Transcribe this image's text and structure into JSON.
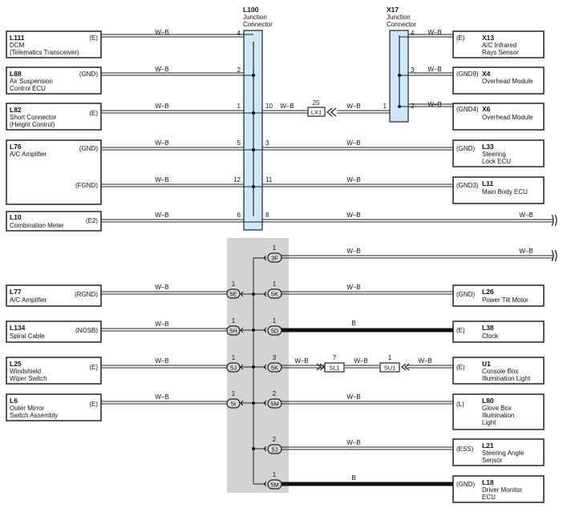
{
  "connectors": {
    "l100": {
      "code": "L100",
      "line1": "Junction",
      "line2": "Connector",
      "color": "#cde8f7"
    },
    "x17": {
      "code": "X17",
      "line1": "Junction",
      "line2": "Connector",
      "color": "#cde8f7"
    }
  },
  "colors": {
    "wire": "#222222",
    "thick_wire": "#111111",
    "gray_block": "#d3d3d3",
    "oval_fill": "#d8d8d8"
  },
  "left_components": [
    {
      "code": "L111",
      "lines": [
        "DCM",
        "(Telematics Transceiver)"
      ],
      "term": "(E)",
      "wire": "W–B",
      "pin": "4"
    },
    {
      "code": "L88",
      "lines": [
        "Air Suspension",
        "Control ECU"
      ],
      "term": "(GND)",
      "wire": "W–B",
      "pin": "2"
    },
    {
      "code": "L82",
      "lines": [
        "Short Connector",
        "(Height Control)"
      ],
      "term": "(E)",
      "wire": "W–B",
      "pin": "1"
    },
    {
      "code": "L76",
      "lines": [
        "A/C Amplifier"
      ],
      "term": "(GND)",
      "wire": "W–B",
      "pin": "5"
    },
    {
      "code": "",
      "lines": [],
      "term": "(FGND)",
      "wire": "W–B",
      "pin": "12"
    },
    {
      "code": "L10",
      "lines": [
        "Combination Meter"
      ],
      "term": "(E2)",
      "wire": "W–B",
      "pin": "6"
    },
    {
      "code": "L77",
      "lines": [
        "A/C Amplifier"
      ],
      "term": "(RGND)",
      "wire": "W–B",
      "pin": "1",
      "oval": "5E"
    },
    {
      "code": "L134",
      "lines": [
        "Spiral Cable"
      ],
      "term": "(NOSB)",
      "wire": "W–B",
      "pin": "1",
      "oval": "5H"
    },
    {
      "code": "L25",
      "lines": [
        "Windshield",
        "Wiper Switch"
      ],
      "term": "(E)",
      "wire": "W–B",
      "pin": "1",
      "oval": "5J"
    },
    {
      "code": "L6",
      "lines": [
        "Outer Mirror",
        "Switch Assembly"
      ],
      "term": "(E)",
      "wire": "W–B",
      "pin": "1",
      "oval": "5I"
    }
  ],
  "right_components": [
    {
      "code": "X13",
      "lines": [
        "A/C Infrared",
        "Rays Sensor"
      ],
      "term": "(E)",
      "wire": "W–B",
      "pin": "4"
    },
    {
      "code": "X4",
      "lines": [
        "Overhead Module"
      ],
      "term": "(GND9)",
      "wire": "W–B",
      "pin": "3"
    },
    {
      "code": "X6",
      "lines": [
        "Overhead Module"
      ],
      "term": "(GND4)",
      "wire": "W–B",
      "pin": "2"
    },
    {
      "code": "L33",
      "lines": [
        "Steering",
        "Lock ECU"
      ],
      "term": "(GND)",
      "wire": "W–B",
      "pin": "3"
    },
    {
      "code": "L11",
      "lines": [
        "Main Body ECU"
      ],
      "term": "(GND3)",
      "wire": "W–B",
      "pin": "11"
    },
    {
      "code": "",
      "lines": [],
      "term": "",
      "wire": "W–B",
      "pin": "8",
      "wire2": "W–B"
    },
    {
      "code": "",
      "lines": [],
      "term": "",
      "wire": "W–B",
      "pin": "1",
      "oval": "3F",
      "wire2": "W–B"
    },
    {
      "code": "L26",
      "lines": [
        "Power Tilt Motor"
      ],
      "term": "(GND)",
      "wire": "W–B",
      "pin": "1",
      "oval": "5K"
    },
    {
      "code": "L38",
      "lines": [
        "Clock"
      ],
      "term": "(E)",
      "wire": "B",
      "pin": "1",
      "oval": "5D"
    },
    {
      "code": "U1",
      "lines": [
        "Console Box",
        "Illumination Light"
      ],
      "term": "(E)",
      "wire": "W–B",
      "pin": "3",
      "oval": "5K"
    },
    {
      "code": "L80",
      "lines": [
        "Glove Box",
        "Illumination",
        "Light"
      ],
      "term": "(L)",
      "wire": "W–B",
      "pin": "2",
      "oval": "5M"
    },
    {
      "code": "L21",
      "lines": [
        "Steering Angle",
        "Sensor"
      ],
      "term": "(ESS)",
      "wire": "W–B",
      "pin": "2",
      "oval": "5J"
    },
    {
      "code": "L18",
      "lines": [
        "Driver Monitor",
        "ECU"
      ],
      "term": "(GND)",
      "wire": "B",
      "pin": "1",
      "oval": "5M"
    }
  ],
  "x6_link": {
    "pin_l100": "10",
    "wire_a": "W–B",
    "plug": "LX1",
    "plug_pin": "25",
    "wire_b": "W–B",
    "pin_x17": "1"
  },
  "u1_link": {
    "wire_a": "W–B",
    "plug_a": "SL1",
    "plug_a_pin": "7",
    "wire_b": "W–B",
    "plug_b": "SU1",
    "plug_b_pin": "1",
    "wire_c": "W–B"
  }
}
